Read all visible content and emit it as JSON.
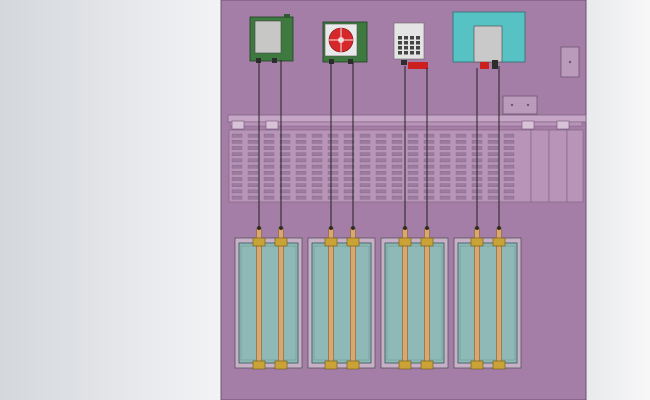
{
  "scene": {
    "description_label": "",
    "panel_color": "#a57ea8",
    "rail_color": "#c6a6c6",
    "frame_color": "#c8b0c8",
    "slot_color": "#9b7b9f",
    "tube_color": "#d9a870",
    "clamp_color": "#c9a335",
    "tank_fill": "#8fb9b6",
    "wire_color": "#222222"
  },
  "components": [
    {
      "name": "green-controller-box",
      "kind": "controller",
      "color": "#3e7a3f"
    },
    {
      "name": "fan-unit",
      "kind": "fan",
      "color": "#3e7a3f",
      "accent": "#d6282b"
    },
    {
      "name": "keypad-unit",
      "kind": "keypad",
      "color": "#e4e4e4",
      "accent": "#cc1f1f"
    },
    {
      "name": "teal-power-supply",
      "kind": "power",
      "color": "#57c2c4",
      "accent": "#cc1f1f"
    }
  ],
  "tanks": [
    {
      "name": "tank-1"
    },
    {
      "name": "tank-2"
    },
    {
      "name": "tank-3"
    },
    {
      "name": "tank-4"
    }
  ]
}
